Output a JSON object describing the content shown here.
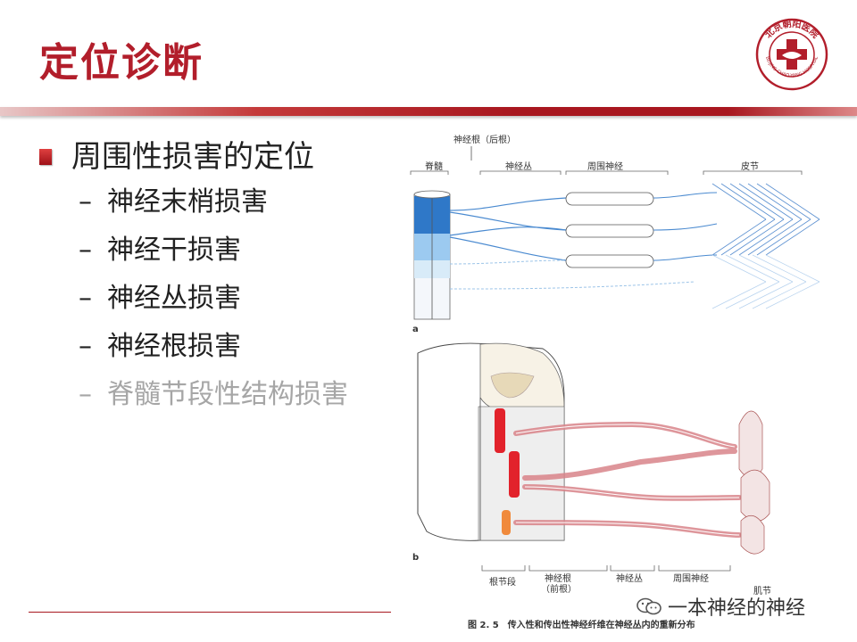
{
  "slide": {
    "title": "定位诊断",
    "bullet": "周围性损害的定位",
    "subitems": [
      {
        "text": "神经末梢损害"
      },
      {
        "text": "神经干损害"
      },
      {
        "text": "神经丛损害"
      },
      {
        "text": "神经根损害"
      },
      {
        "text": "脊髓节段性结构损害"
      }
    ],
    "subitem_dash": "–"
  },
  "logo": {
    "top_text": "北京朝阳医院",
    "bottom_text": "BEIJING CHAO-YANG HOSPITAL",
    "color": "#b21e2b"
  },
  "figure": {
    "label_root_top": "神经根（后根）",
    "label_spinal_cord": "脊髓",
    "label_plexus_a": "神经丛",
    "label_peripheral_a": "周围神经",
    "label_dermatome": "皮节",
    "panel_a": "a",
    "panel_b": "b",
    "label_root_segment": "根节段",
    "label_root_b": "神经根",
    "label_root_b_sub": "（前根）",
    "label_plexus_b": "神经丛",
    "label_peripheral_b": "周围神经",
    "label_muscle": "肌节",
    "caption": "图 2. 5　传入性和传出性神经纤维在神经丛内的重新分布"
  },
  "watermark": {
    "text": "一本神经的神经"
  }
}
